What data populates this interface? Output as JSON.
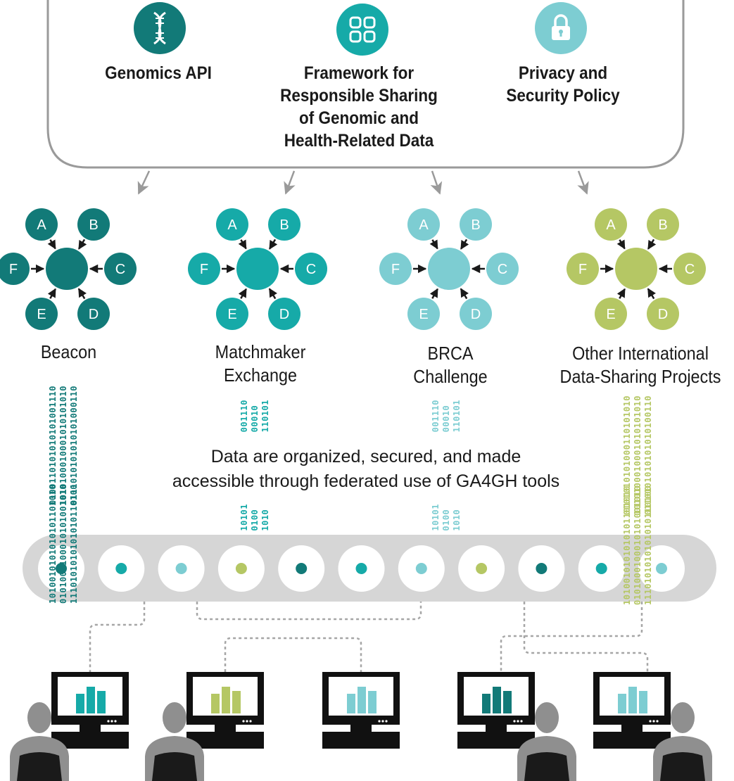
{
  "tools": [
    {
      "icon": "dna-icon",
      "label_lines": [
        "Genomics API"
      ],
      "color": "#127a78"
    },
    {
      "icon": "grid-icon",
      "label_lines": [
        "Framework for",
        "Responsible Sharing",
        "of Genomic and",
        "Health-Related Data"
      ],
      "color": "#16aaa8"
    },
    {
      "icon": "lock-icon",
      "label_lines": [
        "Privacy and",
        "Security Policy"
      ],
      "color": "#7dcdd2"
    }
  ],
  "projects": [
    {
      "label_lines": [
        "Beacon"
      ],
      "color": "#127a78",
      "nodes": [
        "A",
        "B",
        "C",
        "D",
        "E",
        "F"
      ]
    },
    {
      "label_lines": [
        "Matchmaker",
        "Exchange"
      ],
      "color": "#16aaa8",
      "nodes": [
        "A",
        "B",
        "C",
        "D",
        "E",
        "F"
      ]
    },
    {
      "label_lines": [
        "BRCA",
        "Challenge"
      ],
      "color": "#7dcdd2",
      "nodes": [
        "A",
        "B",
        "C",
        "D",
        "E",
        "F"
      ]
    },
    {
      "label_lines": [
        "Other International",
        "Data-Sharing Projects"
      ],
      "color": "#b5c764",
      "nodes": [
        "A",
        "B",
        "C",
        "D",
        "E",
        "F"
      ]
    }
  ],
  "data_streams": {
    "beacon_top": [
      "0100110101010101001110",
      "1010100010001010101010",
      "0111010101010101000110"
    ],
    "beacon_bottom": [
      "1010010101010101101010",
      "0101000100010101001010",
      "1110101010101010110100"
    ],
    "matchmaker_top": [
      "001110",
      "00010",
      "110101"
    ],
    "matchmaker_bottom": [
      "10101",
      "0100",
      "1010"
    ],
    "brca_top": [
      "001110",
      "00010",
      "110101"
    ],
    "brca_bottom": [
      "10101",
      "0100",
      "1010"
    ],
    "other_top": [
      "0101010101000110101010",
      "1010100010001010101010",
      "0110101010101010100110"
    ],
    "other_bottom": [
      "1010010101010101101010",
      "0101000100010101001010",
      "1110101010101010110100"
    ]
  },
  "caption_lines": [
    "Data are organized, secured, and made",
    "accessible through federated use of GA4GH tools"
  ],
  "federation": {
    "dot_colors": [
      "#127a78",
      "#16aaa8",
      "#7dcdd2",
      "#b5c764",
      "#127a78",
      "#16aaa8",
      "#7dcdd2",
      "#b5c764",
      "#127a78",
      "#16aaa8",
      "#7dcdd2"
    ]
  },
  "workstations": [
    {
      "bar_color": "#16aaa8",
      "user_side": "left"
    },
    {
      "bar_color": "#b5c764",
      "user_side": "left"
    },
    {
      "bar_color": "#7dcdd2",
      "user_side": "none"
    },
    {
      "bar_color": "#127a78",
      "user_side": "right"
    },
    {
      "bar_color": "#7dcdd2",
      "user_side": "right"
    }
  ]
}
